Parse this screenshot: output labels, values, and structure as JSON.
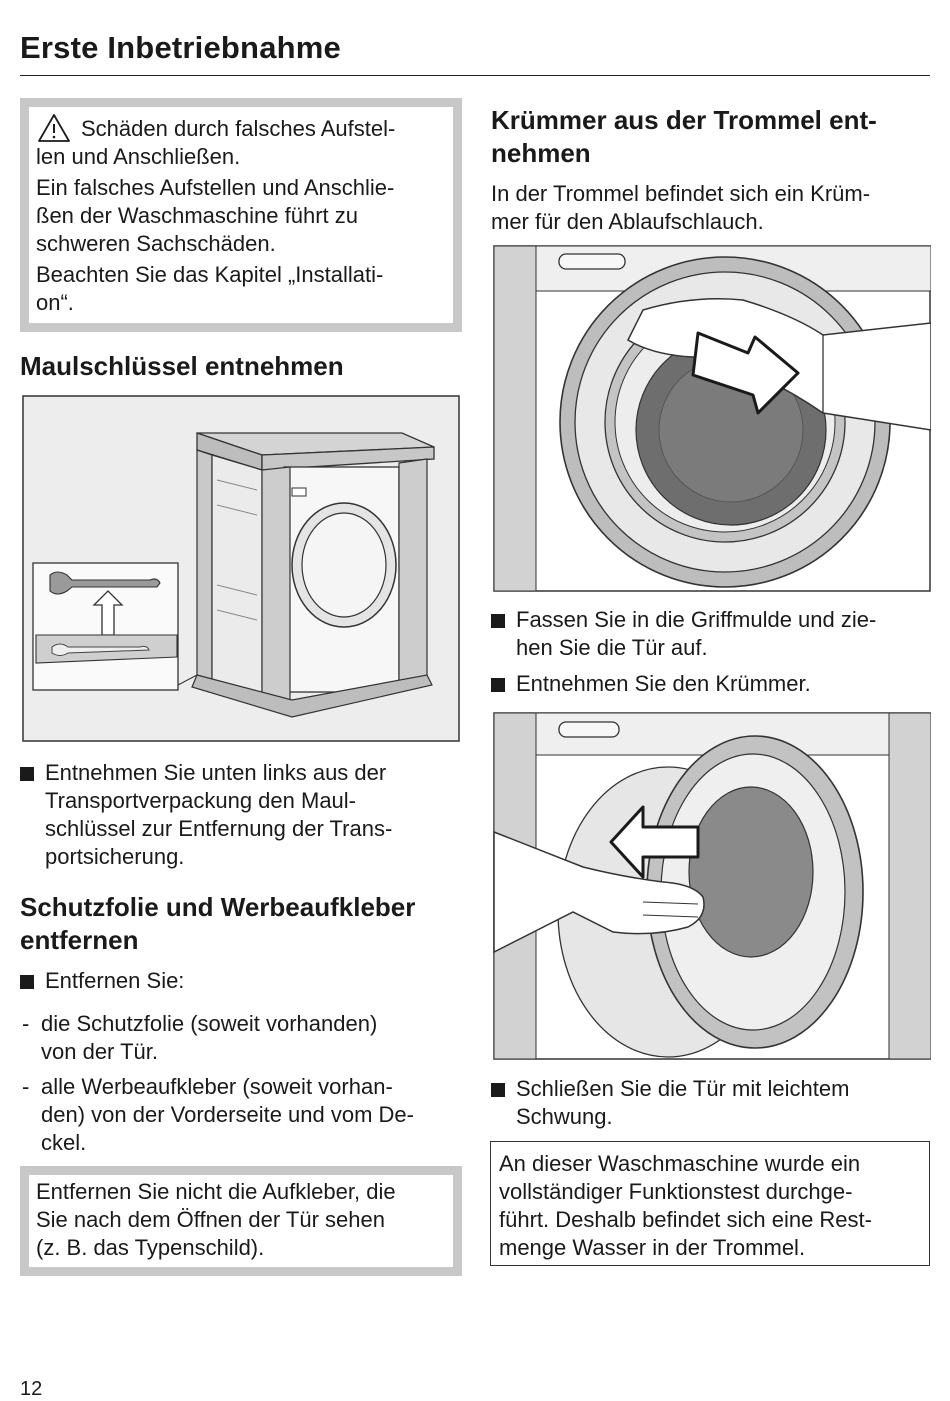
{
  "page": {
    "title": "Erste Inbetriebnahme",
    "number": "12"
  },
  "warning": {
    "line1": "Schäden durch falsches Aufstel-",
    "line2": "len und Anschließen.",
    "line3": "Ein falsches Aufstellen und Anschlie-",
    "line4": "ßen der Waschmaschine führt zu",
    "line5": "schweren Sachschäden.",
    "line6": "Beachten Sie das Kapitel „Installati-",
    "line7": "on“."
  },
  "wrench_section": {
    "heading": "Maulschlüssel entnehmen",
    "bullet": {
      "line1": "Entnehmen Sie unten links aus der",
      "line2": "Transportverpackung den Maul-",
      "line3": "schlüssel zur Entfernung der Trans-",
      "line4": "portsicherung."
    }
  },
  "film_section": {
    "heading_line1": "Schutzfolie und Werbeaufkleber",
    "heading_line2": "entfernen",
    "bullet": "Entfernen Sie:",
    "dash1": {
      "line1": "die Schutzfolie (soweit vorhanden)",
      "line2": "von der Tür."
    },
    "dash2": {
      "line1": "alle Werbeaufkleber (soweit vorhan-",
      "line2": "den) von der Vorderseite und vom De-",
      "line3": "ckel."
    },
    "dash_mark": "-"
  },
  "note": {
    "line1": "Entfernen Sie nicht die Aufkleber, die",
    "line2": "Sie nach dem Öffnen der Tür sehen",
    "line3": "(z. B. das Typenschild)."
  },
  "elbow_section": {
    "heading_line1": "Krümmer aus der Trommel ent-",
    "heading_line2": "nehmen",
    "intro_line1": "In der Trommel befindet sich ein Krüm-",
    "intro_line2": "mer für den Ablaufschlauch.",
    "bullet1": {
      "line1": "Fassen Sie in die Griffmulde und zie-",
      "line2": "hen Sie die Tür auf."
    },
    "bullet2": "Entnehmen Sie den Krümmer.",
    "bullet3": {
      "line1": "Schließen Sie die Tür mit leichtem",
      "line2": "Schwung."
    }
  },
  "info": {
    "line1": "An dieser Waschmaschine wurde ein",
    "line2": "vollständiger Funktionstest durchge-",
    "line3": "führt. Deshalb befindet sich eine Rest-",
    "line4": "menge Wasser in der Trommel."
  },
  "icons": {
    "warning": "warning-triangle-icon",
    "bullet": "square-bullet-icon"
  }
}
